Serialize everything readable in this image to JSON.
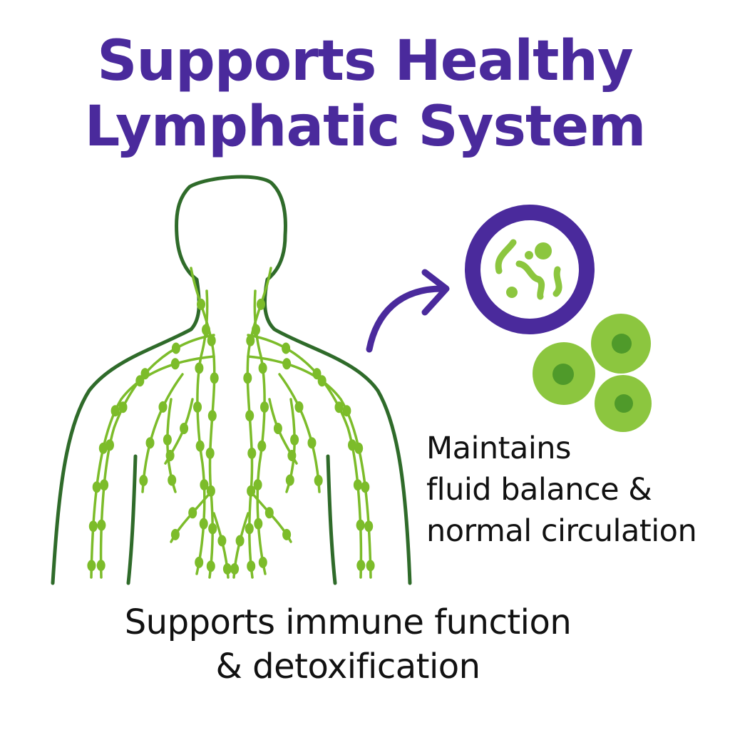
{
  "header": {
    "title_line_1": "Supports Healthy",
    "title_line_2": "Lymphatic System"
  },
  "side_text": {
    "line_1": "Maintains",
    "line_2": "fluid balance &",
    "line_3": "normal circulation"
  },
  "bottom_text": {
    "line_1": "Supports immune function",
    "line_2": "& detoxification"
  },
  "icons": {
    "body": "human-torso-outline-icon",
    "lymph": "lymphatic-network-icon",
    "arrow": "curved-arrow-icon",
    "microbe": "microbes-in-circle-icon",
    "cells": "immune-cells-icon"
  },
  "colors": {
    "title": "#4a2a9c",
    "body_outline": "#2f6b2a",
    "lymph": "#7cbc2a",
    "accent": "#4a2a9c",
    "cell": "#8cc63f",
    "cell_nucleus": "#4f9a2a",
    "text": "#111111"
  }
}
